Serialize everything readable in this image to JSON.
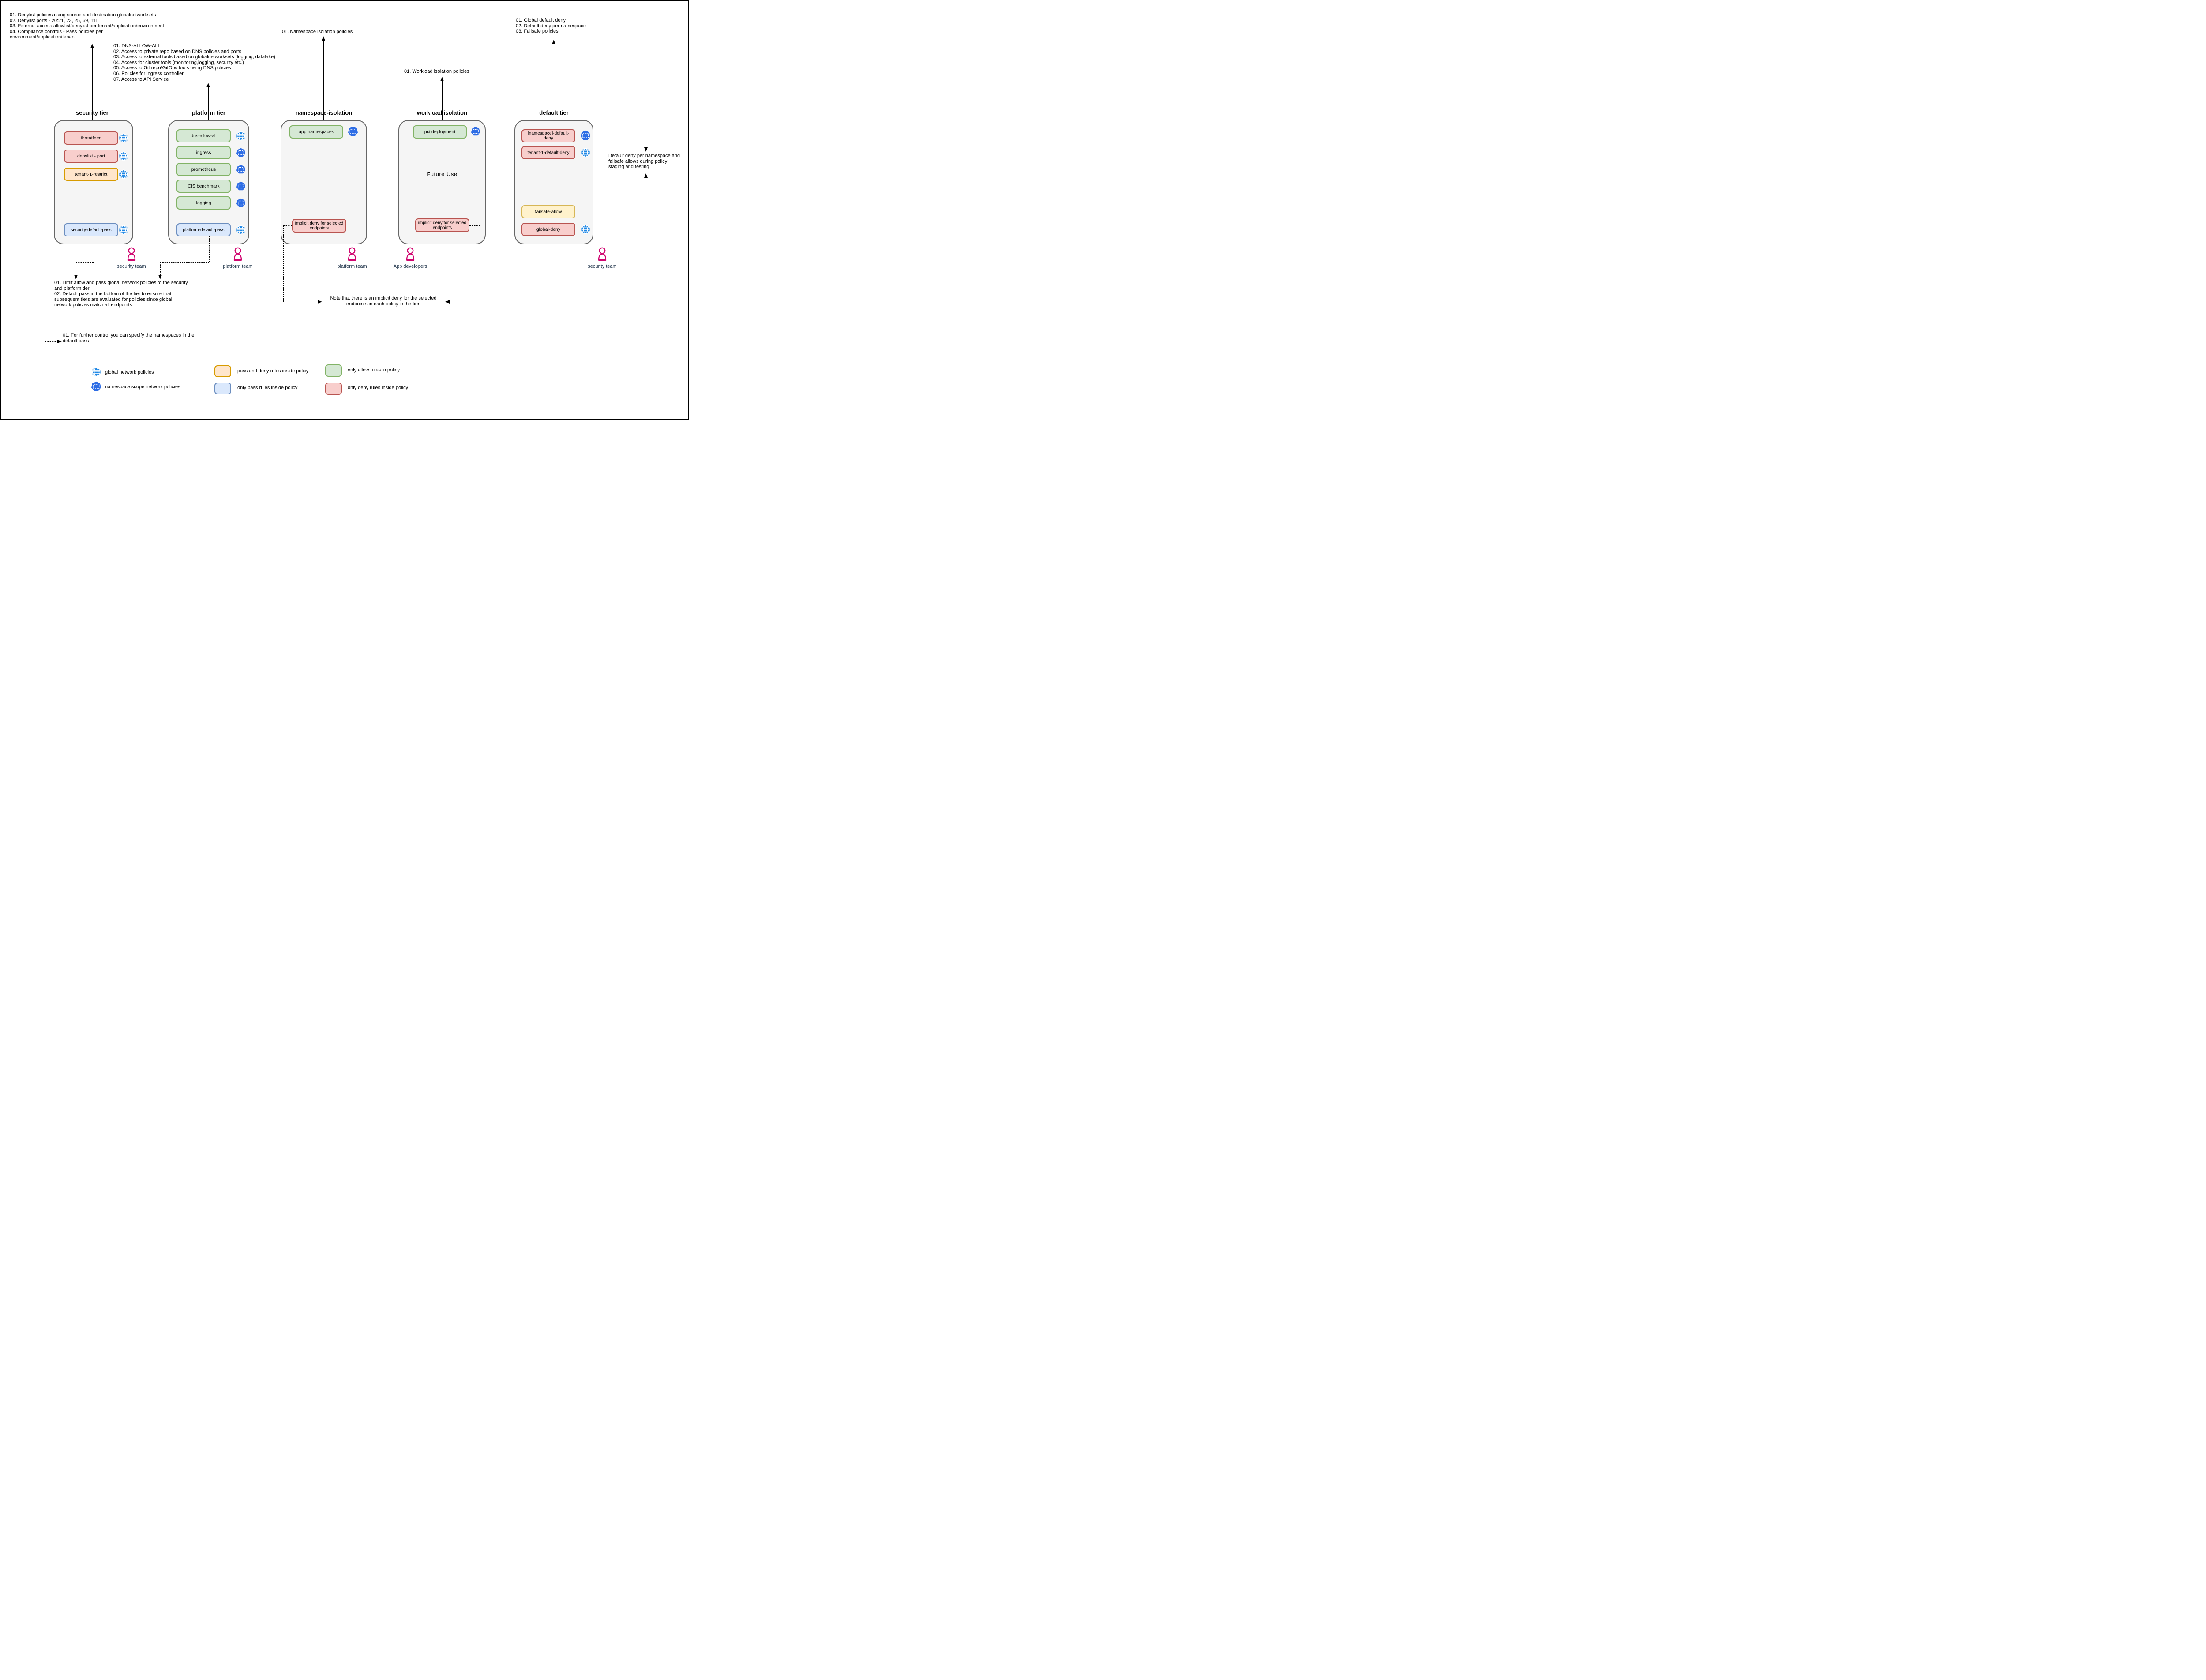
{
  "colors": {
    "red_fill": "#f8cecc",
    "red_border": "#b85450",
    "orange_fill": "#ffe6cc",
    "orange_border": "#d79b00",
    "yellow_fill": "#fff2cc",
    "yellow_border": "#d6b656",
    "green_fill": "#d5e8d4",
    "green_border": "#82b366",
    "blue_fill": "#dae8fc",
    "blue_border": "#6c8ebf",
    "tier_fill": "#f5f5f5",
    "tier_border": "#666666",
    "globe_blue": "#1e87e5",
    "namespace_blue": "#2e6de5",
    "person_pink": "#d0056f",
    "team_label": "#2f4256"
  },
  "notes": {
    "security_top": [
      "01. Denylist policies using source and destination globalnetworksets",
      "02. Denylist ports - 20:21, 23, 25, 69, 111",
      "03. External access allowlist/denylist per tenant/application/environment",
      "04. Compliance controls - Pass policies per",
      "environment/application/tenant"
    ],
    "platform_top": [
      "01. DNS-ALLOW-ALL",
      "02. Access to private repo based on DNS policies and ports",
      "03. Access to external tools based on globalnetworksets (logging, datalake)",
      "04. Access for cluster tools (monitoring,logging, security etc.)",
      "05. Access to Git repo/GitOps tools using DNS policies",
      "06. Policies for ingress controller",
      "07. Access to API Service"
    ],
    "namespace_top": "01. Namespace isolation policies",
    "workload_top": "01. Workload isolation policies",
    "default_top": [
      "01. Global default deny",
      "02. Default deny per namespace",
      "03. Failsafe policies"
    ],
    "limit_allow": [
      "01. Limit allow and pass global network policies to the security",
      "and platform tier",
      "02. Default pass in the bottom of the tier to ensure that",
      "subsequent tiers are evaluated for policies since global",
      "network policies match all endpoints"
    ],
    "further_control": [
      "01. For further control you can specify the namespaces in the",
      "default pass"
    ],
    "implicit_note": [
      "Note that there is an implicit deny for the selected",
      "endpoints in each policy in the tier."
    ],
    "staging_note": [
      "Default deny per namespace and",
      "failsafe allows during policy",
      "staging and testing"
    ]
  },
  "tiers": {
    "security": {
      "title": "security tier",
      "policies": [
        {
          "label": "threatfeed",
          "style": "red",
          "icon": "globe"
        },
        {
          "label": "denylist - port",
          "style": "red",
          "icon": "globe"
        },
        {
          "label": "tenant-1-restrict",
          "style": "orange",
          "icon": "globe"
        },
        {
          "label": "security-default-pass",
          "style": "blue",
          "icon": "globe"
        }
      ]
    },
    "platform": {
      "title": "platform tier",
      "policies": [
        {
          "label": "dns-allow-all",
          "style": "green",
          "icon": "globe"
        },
        {
          "label": "ingress",
          "style": "green",
          "icon": "namespace"
        },
        {
          "label": "prometheus",
          "style": "green",
          "icon": "namespace"
        },
        {
          "label": "CIS benchmark",
          "style": "green",
          "icon": "namespace"
        },
        {
          "label": "logging",
          "style": "green",
          "icon": "namespace"
        },
        {
          "label": "platform-default-pass",
          "style": "blue",
          "icon": "globe"
        }
      ]
    },
    "namespace": {
      "title": "namespace-isolation",
      "policies": [
        {
          "label": "app namespaces",
          "style": "green",
          "icon": "namespace"
        },
        {
          "label": "implicit deny for selected endpoints",
          "style": "red",
          "icon": "none"
        }
      ]
    },
    "workload": {
      "title": "workload isolation",
      "future_label": "Future Use",
      "policies": [
        {
          "label": "pci deployment",
          "style": "green",
          "icon": "namespace"
        },
        {
          "label": "implicit deny for selected endpoints",
          "style": "red",
          "icon": "none"
        }
      ]
    },
    "default": {
      "title": "default tier",
      "policies": [
        {
          "label": "[namespace]-default-deny",
          "style": "red",
          "icon": "namespace"
        },
        {
          "label": "tenant-1-default-deny",
          "style": "red",
          "icon": "globe"
        },
        {
          "label": "failsafe-allow",
          "style": "yellow",
          "icon": "none"
        },
        {
          "label": "global-deny",
          "style": "red",
          "icon": "globe"
        }
      ]
    }
  },
  "teams": [
    {
      "label": "security team"
    },
    {
      "label": "platform team"
    },
    {
      "label": "platform team"
    },
    {
      "label": "App developers"
    },
    {
      "label": "security team"
    }
  ],
  "legend": [
    {
      "icon": "globe",
      "label": "global network policies"
    },
    {
      "icon": "namespace",
      "label": "namespace scope network policies"
    },
    {
      "swatch": "orange",
      "label": "pass and deny rules inside policy"
    },
    {
      "swatch": "blue",
      "label": "only pass rules inside policy"
    },
    {
      "swatch": "green",
      "label": "only allow rules in policy"
    },
    {
      "swatch": "red",
      "label": "only deny rules inside policy"
    }
  ]
}
